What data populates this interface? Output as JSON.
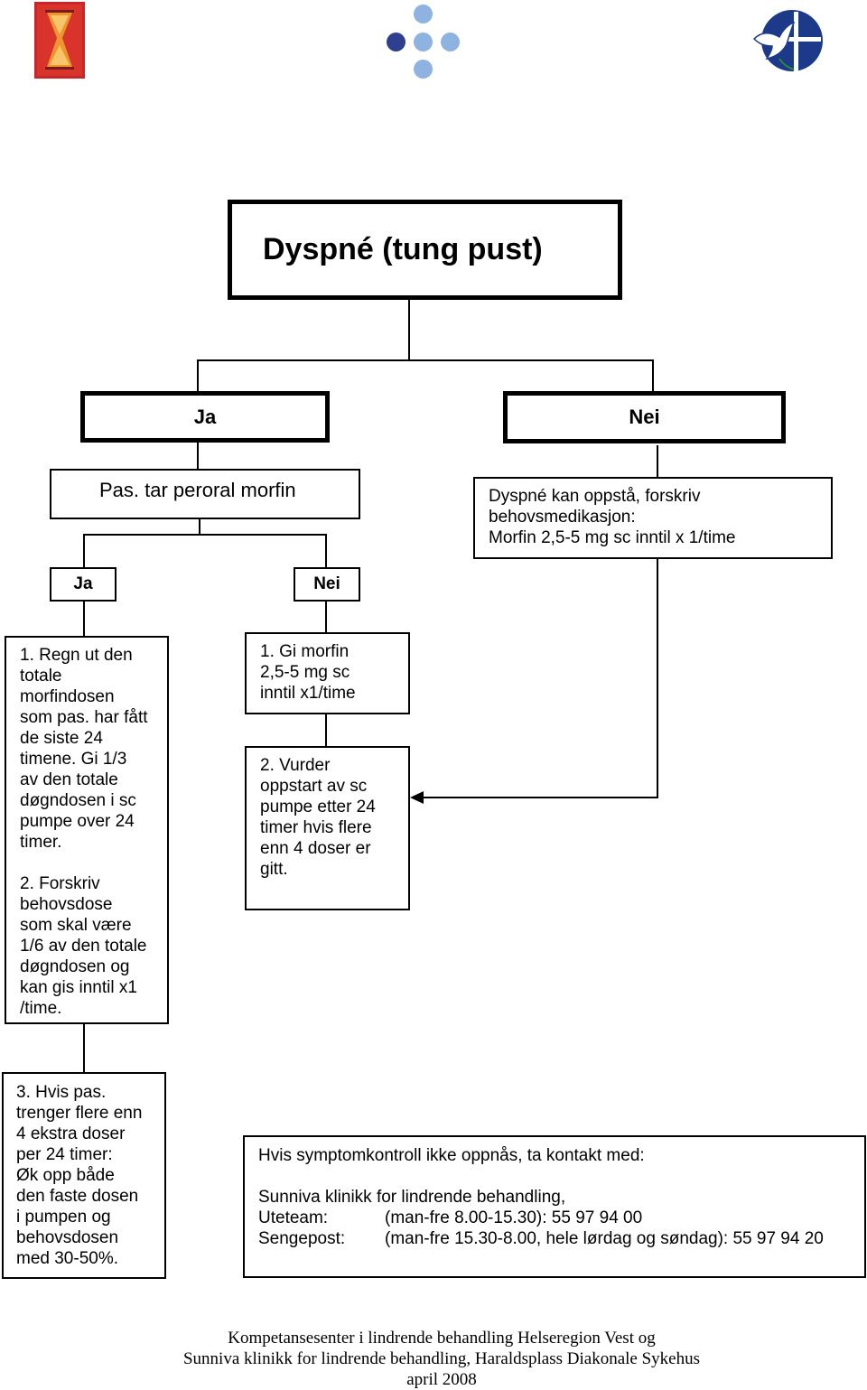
{
  "title": "Dyspné (tung pust)",
  "branch_yes": "Ja",
  "branch_no": "Nei",
  "oral_morphine": "Pas. tar peroral morfin",
  "no_branch_text": [
    "Dyspné kan oppstå, forskriv",
    "behovsmedikasjon:",
    "Morfin 2,5-5 mg sc inntil x 1/time"
  ],
  "sub_yes": "Ja",
  "sub_no": "Nei",
  "yes_steps": [
    "1. Regn ut den",
    "totale",
    "morfindosen",
    "som pas. har fått",
    "de siste 24",
    "timene.  Gi 1/3",
    "av den totale",
    "døgndosen i sc",
    "pumpe over 24",
    "timer.",
    "",
    "2. Forskriv",
    "behovsdose",
    "som skal være",
    "1/6 av den totale",
    "døgndosen og",
    "kan gis inntil x1",
    "/time."
  ],
  "no_step1": [
    "1.  Gi morfin",
    "2,5-5 mg sc",
    "inntil x1/time"
  ],
  "no_step2": [
    "2. Vurder",
    "oppstart av sc",
    "pumpe etter 24",
    "timer hvis flere",
    "enn 4 doser er",
    "gitt."
  ],
  "step3": [
    "3.  Hvis pas.",
    "trenger flere enn",
    "4 ekstra doser",
    "per 24 timer:",
    "Øk opp både",
    "den faste dosen",
    "i pumpen og",
    "behovsdosen",
    "med 30-50%."
  ],
  "contact": {
    "intro": "Hvis symptomkontroll ikke oppnås, ta kontakt med:",
    "clinic": "Sunniva klinikk for lindrende behandling,",
    "rows": [
      {
        "label": "Uteteam:",
        "value": "(man-fre 8.00-15.30): 55 97 94 00"
      },
      {
        "label": "Sengepost:",
        "value": "(man-fre 15.30-8.00, hele lørdag og søndag): 55 97 94 20"
      }
    ]
  },
  "footer": [
    "Kompetansesenter i lindrende behandling Helseregion Vest og",
    "Sunniva klinikk for lindrende behandling, Haraldsplass Diakonale Sykehus",
    "april 2008"
  ],
  "logos": {
    "left": "hourglass-logo",
    "center": "dots-logo",
    "right": "dove-cross-logo"
  },
  "colors": {
    "hourglass_bg": "#c8262a",
    "hourglass_sand": "#f0a030",
    "dot_dark": "#2e3f8f",
    "dot_light": "#8fb3e0",
    "emblem_blue": "#1d3a8a"
  }
}
